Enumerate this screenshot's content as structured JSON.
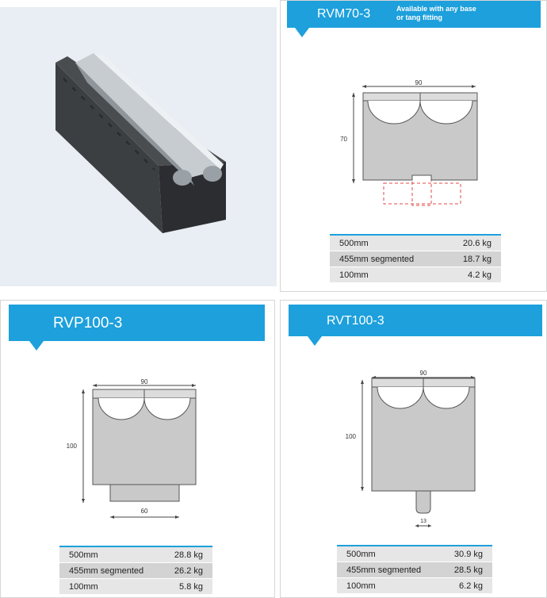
{
  "products": [
    {
      "id": "rvm70",
      "name": "RVM70-3",
      "note_line1": "Available with any base",
      "note_line2": "or tang fitting",
      "dims": {
        "width": "90",
        "height": "70"
      },
      "weights": [
        {
          "label": "500mm",
          "value": "20.6 kg"
        },
        {
          "label": "455mm segmented",
          "value": "18.7 kg"
        },
        {
          "label": "100mm",
          "value": "4.2 kg"
        }
      ]
    },
    {
      "id": "rvp100",
      "name": "RVP100-3",
      "dims": {
        "width": "90",
        "height": "100",
        "base": "60"
      },
      "weights": [
        {
          "label": "500mm",
          "value": "28.8 kg"
        },
        {
          "label": "455mm segmented",
          "value": "26.2 kg"
        },
        {
          "label": "100mm",
          "value": "5.8 kg"
        }
      ]
    },
    {
      "id": "rvt100",
      "name": "RVT100-3",
      "dims": {
        "width": "90",
        "height": "100",
        "tang": "13"
      },
      "weights": [
        {
          "label": "500mm",
          "value": "30.9 kg"
        },
        {
          "label": "455mm segmented",
          "value": "28.5 kg"
        },
        {
          "label": "100mm",
          "value": "6.2 kg"
        }
      ]
    }
  ],
  "colors": {
    "accent": "#1da0dc",
    "die_fill": "#c9c9c9",
    "die_stroke": "#555555",
    "dashed": "#e04b4b"
  }
}
